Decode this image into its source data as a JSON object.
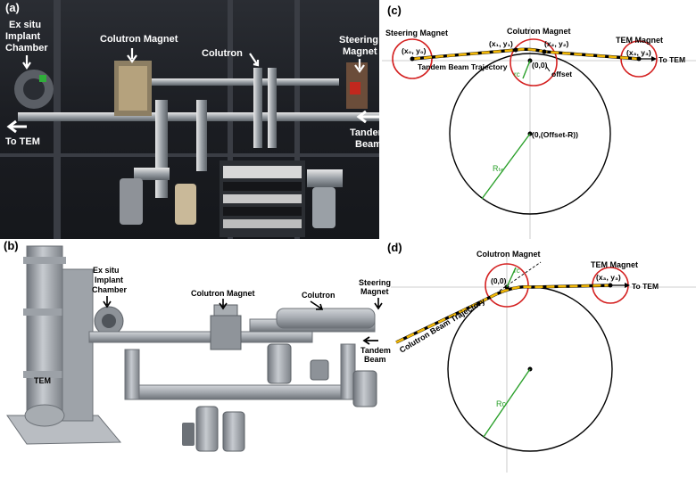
{
  "panels": {
    "a": {
      "label": "(a)",
      "ex_situ": [
        "Ex situ",
        "Implant",
        "Chamber"
      ],
      "colutron_magnet": "Colutron Magnet",
      "colutron": "Colutron",
      "steering_magnet": [
        "Steering",
        "Magnet"
      ],
      "to_tem": "To TEM",
      "tandem_beam": [
        "Tandem",
        "Beam"
      ]
    },
    "b": {
      "label": "(b)",
      "ex_situ": [
        "Ex situ",
        "Implant",
        "Chamber"
      ],
      "colutron_magnet": "Colutron Magnet",
      "colutron": "Colutron",
      "steering_magnet": [
        "Steering",
        "Magnet"
      ],
      "tandem_beam": [
        "Tandem",
        "Beam"
      ],
      "tem": "TEM"
    },
    "c": {
      "label": "(c)",
      "steering_magnet": "Steering Magnet",
      "colutron_magnet": "Colutron Magnet",
      "tem_magnet": "TEM Magnet",
      "to_tem": "To TEM",
      "trajectory": "Tandem Beam Trajectory",
      "p0": "(x₀, y₀)",
      "p1": "(x₁, y₁)",
      "p2": "(x₂, y₂)",
      "p3": "(x₃, y₃)",
      "origin": "(0,0)",
      "offset": "offset",
      "center": "(0,(Offset-R))",
      "r_small": "rᴄ",
      "r_big": "Rₜₑ"
    },
    "d": {
      "label": "(d)",
      "colutron_magnet": "Colutron Magnet",
      "tem_magnet": "TEM Magnet",
      "to_tem": "To TEM",
      "trajectory": "Colutron Beam Trajectory",
      "origin": "(0,0)",
      "p3": "(x₃, y₃)",
      "r_small": "rᴄ",
      "r_big": "Rᴄ"
    }
  },
  "colors": {
    "circle_red": "#d42020",
    "beam_yellow": "#f2b705",
    "radius_green": "#2aa02a",
    "cad_gray": "#a9adb3",
    "photo_dark": "#1c1f24"
  }
}
